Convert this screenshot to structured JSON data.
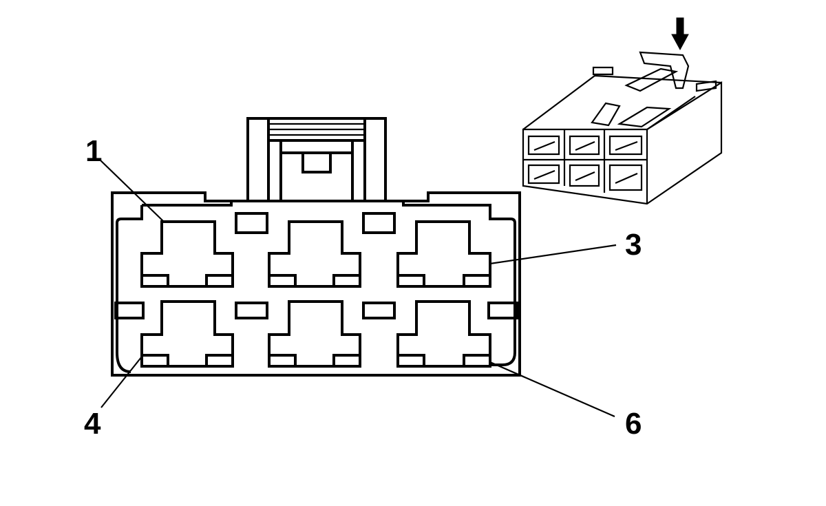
{
  "callouts": [
    {
      "id": "pin-1",
      "text": "1"
    },
    {
      "id": "pin-3",
      "text": "3"
    },
    {
      "id": "pin-4",
      "text": "4"
    },
    {
      "id": "pin-6",
      "text": "6"
    }
  ],
  "colors": {
    "stroke": "#000000",
    "background": "#ffffff"
  },
  "icons": [
    "down-arrow-icon"
  ]
}
